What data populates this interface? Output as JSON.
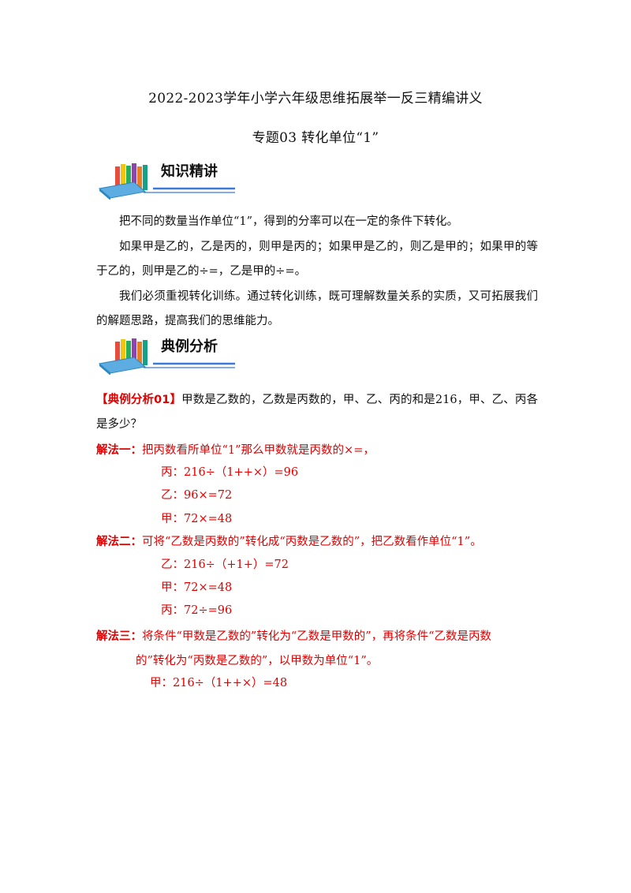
{
  "header": {
    "doc_title": "2022-2023学年小学六年级思维拓展举一反三精编讲义",
    "topic_title": "专题03 转化单位“1”"
  },
  "sections": {
    "knowledge": {
      "title": "知识精讲",
      "icon": "books-icon"
    },
    "examples": {
      "title": "典例分析",
      "icon": "books-icon"
    }
  },
  "knowledge": {
    "p1": "把不同的数量当作单位“1”，得到的分率可以在一定的条件下转化。",
    "p2": "如果甲是乙的，乙是丙的，则甲是丙的；如果甲是乙的，则乙是甲的；如果甲的等于乙的，则甲是乙的÷=，乙是甲的÷=。",
    "p3": "我们必须重视转化训练。通过转化训练，既可理解数量关系的实质，又可拓展我们的解题思路，提高我们的思维能力。"
  },
  "example": {
    "label": "【典例分析01】",
    "question": "甲数是乙数的，乙数是丙数的，甲、乙、丙的和是216，甲、乙、丙各是多少？"
  },
  "method1": {
    "label": "解法一：",
    "text": "把丙数看所单位“1”那么甲数就是丙数的×=，",
    "steps": [
      "丙：216÷（1++×）=96",
      "乙：96×=72",
      "甲：72×=48"
    ]
  },
  "method2": {
    "label": "解法二：",
    "text": "可将“乙数是丙数的”转化成“丙数是乙数的”，把乙数看作单位“1”。",
    "steps": [
      "乙：216÷（+1+）=72",
      "甲：72×=48",
      "丙：72÷=96"
    ]
  },
  "method3": {
    "label": "解法三：",
    "text1": "将条件“甲数是乙数的”转化为“乙数是甲数的”，再将条件“乙数是丙数",
    "text2": "的”转化为“丙数是乙数的”，以甲数为单位“1”。",
    "steps": [
      "甲：216÷（1++×）=48"
    ]
  },
  "colors": {
    "accent_red": "#e00000",
    "header_line": "#3a7bd5"
  }
}
